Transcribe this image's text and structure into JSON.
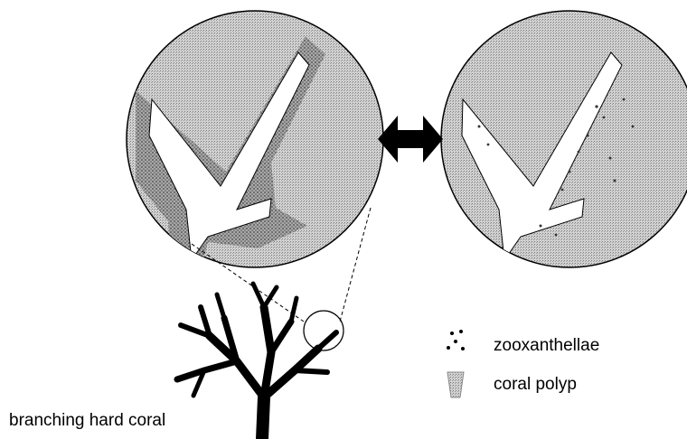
{
  "labels": {
    "coral": "branching hard coral"
  },
  "legend": [
    {
      "icon": "zooxanthellae-dots-icon",
      "label": "zooxanthellae"
    },
    {
      "icon": "coral-polyp-icon",
      "label": "coral polyp"
    }
  ],
  "colors": {
    "circle_fill": "#c8c8c8",
    "line": "#000000",
    "background": "#ffffff"
  }
}
